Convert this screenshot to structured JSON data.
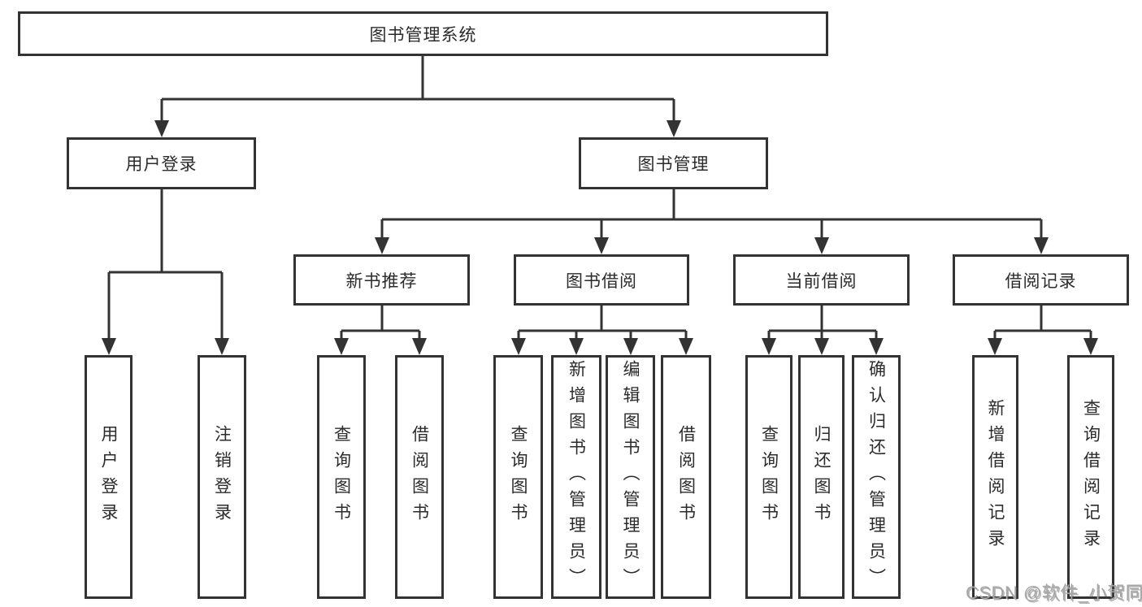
{
  "diagram": {
    "root": {
      "label": "图书管理系统"
    },
    "branches": [
      {
        "label": "用户登录",
        "children": [
          {
            "label": "用户登录"
          },
          {
            "label": "注销登录"
          }
        ]
      },
      {
        "label": "图书管理",
        "children": [
          {
            "label": "新书推荐",
            "children": [
              {
                "label": "查询图书"
              },
              {
                "label": "借阅图书"
              }
            ]
          },
          {
            "label": "图书借阅",
            "children": [
              {
                "label": "查询图书"
              },
              {
                "label": "新增图书（管理员）"
              },
              {
                "label": "编辑图书（管理员）"
              },
              {
                "label": "借阅图书"
              }
            ]
          },
          {
            "label": "当前借阅",
            "children": [
              {
                "label": "查询图书"
              },
              {
                "label": "归还图书"
              },
              {
                "label": "确认归还（管理员）"
              }
            ]
          },
          {
            "label": "借阅记录",
            "children": [
              {
                "label": "新增借阅记录"
              },
              {
                "label": "查询借阅记录"
              }
            ]
          }
        ]
      }
    ]
  },
  "watermark": {
    "text": "CSDN @软件_小贺同学"
  },
  "colors": {
    "line": "#333333",
    "box_border": "#333333",
    "text": "#2b2b2b",
    "background": "#ffffff",
    "watermark": "#a6a6a6"
  }
}
